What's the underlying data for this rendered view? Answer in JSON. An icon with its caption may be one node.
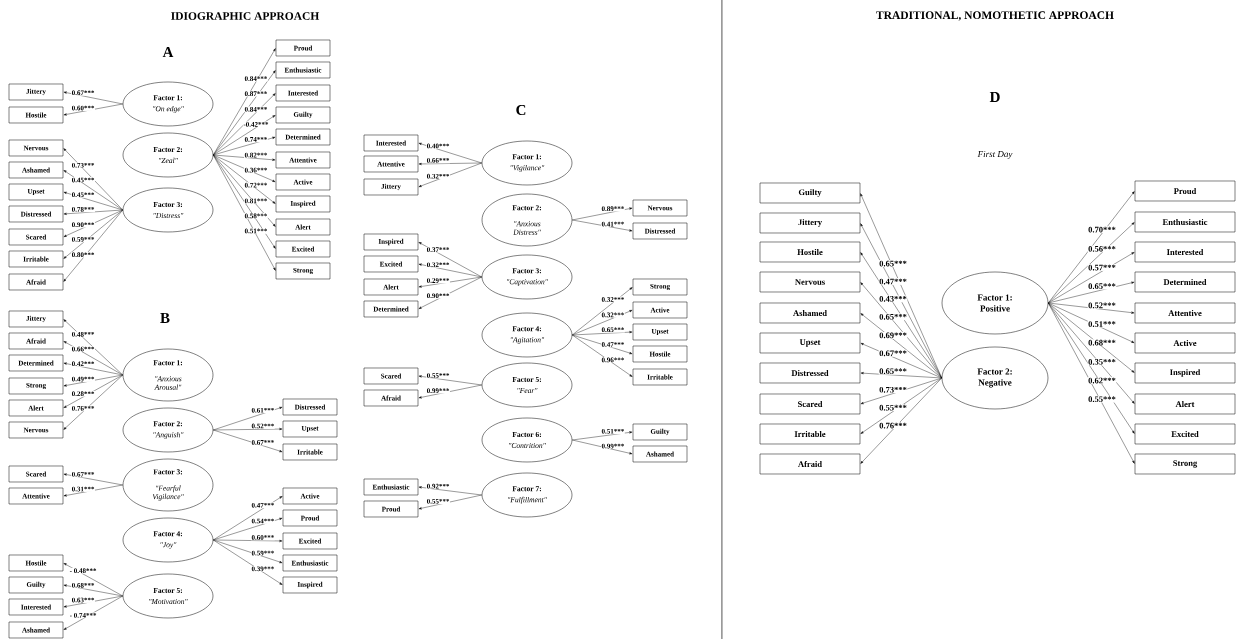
{
  "diagram": {
    "nodes": [
      {
        "text": [
          "Factor 1:",
          "\"On edge\""
        ]
      },
      {
        "text": [
          "Jittery"
        ]
      },
      {
        "text": [
          "Hostile"
        ]
      },
      {
        "text": [
          "Factor 2:",
          "\"Zeal\""
        ]
      },
      {
        "text": [
          "Proud"
        ]
      },
      {
        "text": [
          "Enthusiastic"
        ]
      },
      {
        "text": [
          "Interested"
        ]
      },
      {
        "text": [
          "Guilty"
        ]
      },
      {
        "text": [
          "Determined"
        ]
      },
      {
        "text": [
          "Attentive"
        ]
      },
      {
        "text": [
          "Active"
        ]
      },
      {
        "text": [
          "Inspired"
        ]
      },
      {
        "text": [
          "Alert"
        ]
      },
      {
        "text": [
          "Excited"
        ]
      },
      {
        "text": [
          "Strong"
        ]
      },
      {
        "text": [
          "Factor 3:",
          "\"Distress\""
        ]
      },
      {
        "text": [
          "Nervous"
        ]
      },
      {
        "text": [
          "Ashamed"
        ]
      },
      {
        "text": [
          "Upset"
        ]
      },
      {
        "text": [
          "Distressed"
        ]
      },
      {
        "text": [
          "Scared"
        ]
      },
      {
        "text": [
          "Irritable"
        ]
      },
      {
        "text": [
          "Afraid"
        ]
      },
      {
        "text": [
          "Factor 1:",
          "\"Anxious Arousal\""
        ]
      },
      {
        "text": [
          "Jittery"
        ]
      },
      {
        "text": [
          "Afraid"
        ]
      },
      {
        "text": [
          "Determined"
        ]
      },
      {
        "text": [
          "Strong"
        ]
      },
      {
        "text": [
          "Alert"
        ]
      },
      {
        "text": [
          "Nervous"
        ]
      },
      {
        "text": [
          "Factor 2:",
          "\"Anguish\""
        ]
      },
      {
        "text": [
          "Distressed"
        ]
      },
      {
        "text": [
          "Upset"
        ]
      },
      {
        "text": [
          "Irritable"
        ]
      },
      {
        "text": [
          "Factor 3:",
          "\"Fearful Vigilance\""
        ]
      },
      {
        "text": [
          "Scared"
        ]
      },
      {
        "text": [
          "Attentive"
        ]
      },
      {
        "text": [
          "Factor 4:",
          "\"Joy\""
        ]
      },
      {
        "text": [
          "Active"
        ]
      },
      {
        "text": [
          "Proud"
        ]
      },
      {
        "text": [
          "Excited"
        ]
      },
      {
        "text": [
          "Enthusiastic"
        ]
      },
      {
        "text": [
          "Inspired"
        ]
      },
      {
        "text": [
          "Factor 5:",
          "\"Motivation\""
        ]
      },
      {
        "text": [
          "Hostile"
        ]
      },
      {
        "text": [
          "Guilty"
        ]
      },
      {
        "text": [
          "Interested"
        ]
      },
      {
        "text": [
          "Ashamed"
        ]
      },
      {
        "text": [
          "Factor 1:",
          "\"Vigilance\""
        ]
      },
      {
        "text": [
          "Interested"
        ]
      },
      {
        "text": [
          "Attentive"
        ]
      },
      {
        "text": [
          "Jittery"
        ]
      },
      {
        "text": [
          "Factor 2:",
          "\"Anxious Distress\""
        ]
      },
      {
        "text": [
          "Nervous"
        ]
      },
      {
        "text": [
          "Distressed"
        ]
      },
      {
        "text": [
          "Factor 3:",
          "\"Captivation\""
        ]
      },
      {
        "text": [
          "Inspired"
        ]
      },
      {
        "text": [
          "Excited"
        ]
      },
      {
        "text": [
          "Alert"
        ]
      },
      {
        "text": [
          "Determined"
        ]
      },
      {
        "text": [
          "Factor 4:",
          "\"Agitation\""
        ]
      },
      {
        "text": [
          "Strong"
        ]
      },
      {
        "text": [
          "Active"
        ]
      },
      {
        "text": [
          "Upset"
        ]
      },
      {
        "text": [
          "Hostile"
        ]
      },
      {
        "text": [
          "Irritable"
        ]
      },
      {
        "text": [
          "Factor 5:",
          "\"Fear\""
        ]
      },
      {
        "text": [
          "Scared"
        ]
      },
      {
        "text": [
          "Afraid"
        ]
      },
      {
        "text": [
          "Factor 6:",
          "\"Contrition\""
        ]
      },
      {
        "text": [
          "Guilty"
        ]
      },
      {
        "text": [
          "Ashamed"
        ]
      },
      {
        "text": [
          "Factor 7:",
          "\"Fulfillment\""
        ]
      },
      {
        "text": [
          "Enthusiastic"
        ]
      },
      {
        "text": [
          "Proud"
        ]
      },
      {
        "text": [
          "Factor 1:",
          "Positive"
        ]
      },
      {
        "text": [
          "Proud"
        ]
      },
      {
        "text": [
          "Enthusiastic"
        ]
      },
      {
        "text": [
          "Interested"
        ]
      },
      {
        "text": [
          "Determined"
        ]
      },
      {
        "text": [
          "Attentive"
        ]
      },
      {
        "text": [
          "Active"
        ]
      },
      {
        "text": [
          "Inspired"
        ]
      },
      {
        "text": [
          "Alert"
        ]
      },
      {
        "text": [
          "Excited"
        ]
      },
      {
        "text": [
          "Strong"
        ]
      },
      {
        "text": [
          "Factor 2:",
          "Negative"
        ]
      },
      {
        "text": [
          "Guilty"
        ]
      },
      {
        "text": [
          "Jittery"
        ]
      },
      {
        "text": [
          "Hostile"
        ]
      },
      {
        "text": [
          "Nervous"
        ]
      },
      {
        "text": [
          "Ashamed"
        ]
      },
      {
        "text": [
          "Upset"
        ]
      },
      {
        "text": [
          "Distressed"
        ]
      },
      {
        "text": [
          "Scared"
        ]
      },
      {
        "text": [
          "Irritable"
        ]
      },
      {
        "text": [
          "Afraid"
        ]
      }
    ],
    "edges": [
      {
        "from": 0,
        "to": 1,
        "arrow": "to",
        "label": "0.67***"
      },
      {
        "from": 0,
        "to": 2,
        "arrow": "to",
        "label": "0.60***"
      },
      {
        "from": 3,
        "to": 4,
        "arrow": "to",
        "label": "0.84***"
      },
      {
        "from": 3,
        "to": 5,
        "arrow": "to",
        "label": "0.87***"
      },
      {
        "from": 3,
        "to": 6,
        "arrow": "to",
        "label": "0.84***"
      },
      {
        "from": 3,
        "to": 7,
        "arrow": "to",
        "label": "-0.42***"
      },
      {
        "from": 3,
        "to": 8,
        "arrow": "to",
        "label": "0.74***"
      },
      {
        "from": 3,
        "to": 9,
        "arrow": "to",
        "label": "0.82***"
      },
      {
        "from": 3,
        "to": 10,
        "arrow": "to",
        "label": "0.36***"
      },
      {
        "from": 3,
        "to": 11,
        "arrow": "to",
        "label": "0.72***"
      },
      {
        "from": 3,
        "to": 12,
        "arrow": "to",
        "label": "0.81***"
      },
      {
        "from": 3,
        "to": 13,
        "arrow": "to",
        "label": "0.58***"
      },
      {
        "from": 3,
        "to": 14,
        "arrow": "to",
        "label": "0.51***"
      },
      {
        "from": 15,
        "to": 16,
        "arrow": "to",
        "label": "0.73***"
      },
      {
        "from": 15,
        "to": 17,
        "arrow": "to",
        "label": "0.45***"
      },
      {
        "from": 15,
        "to": 18,
        "arrow": "to",
        "label": "0.45***"
      },
      {
        "from": 15,
        "to": 19,
        "arrow": "to",
        "label": "0.78***"
      },
      {
        "from": 15,
        "to": 20,
        "arrow": "to",
        "label": "0.90***"
      },
      {
        "from": 15,
        "to": 21,
        "arrow": "to",
        "label": "0.59***"
      },
      {
        "from": 15,
        "to": 22,
        "arrow": "to",
        "label": "0.80***"
      },
      {
        "from": 23,
        "to": 24,
        "arrow": "to",
        "label": "0.48***"
      },
      {
        "from": 23,
        "to": 25,
        "arrow": "to",
        "label": "0.66***"
      },
      {
        "from": 23,
        "to": 26,
        "arrow": "to",
        "label": "0.42***"
      },
      {
        "from": 23,
        "to": 27,
        "arrow": "to",
        "label": "0.49***"
      },
      {
        "from": 23,
        "to": 28,
        "arrow": "to",
        "label": "0.28***"
      },
      {
        "from": 23,
        "to": 29,
        "arrow": "to",
        "label": "0.76***"
      },
      {
        "from": 30,
        "to": 31,
        "arrow": "to",
        "label": "0.61***"
      },
      {
        "from": 30,
        "to": 32,
        "arrow": "to",
        "label": "0.52***"
      },
      {
        "from": 30,
        "to": 33,
        "arrow": "to",
        "label": "0.67***"
      },
      {
        "from": 34,
        "to": 35,
        "arrow": "to",
        "label": "0.67***"
      },
      {
        "from": 34,
        "to": 36,
        "arrow": "to",
        "label": "0.31***"
      },
      {
        "from": 37,
        "to": 38,
        "arrow": "to",
        "label": "0.47***"
      },
      {
        "from": 37,
        "to": 39,
        "arrow": "to",
        "label": "0.54***"
      },
      {
        "from": 37,
        "to": 40,
        "arrow": "to",
        "label": "0.60***"
      },
      {
        "from": 37,
        "to": 41,
        "arrow": "to",
        "label": "0.59***"
      },
      {
        "from": 37,
        "to": 42,
        "arrow": "to",
        "label": "0.39***"
      },
      {
        "from": 43,
        "to": 44,
        "arrow": "to",
        "label": "- 0.48***"
      },
      {
        "from": 43,
        "to": 45,
        "arrow": "to",
        "label": "0.68***"
      },
      {
        "from": 43,
        "to": 46,
        "arrow": "to",
        "label": "0.63***"
      },
      {
        "from": 43,
        "to": 47,
        "arrow": "to",
        "label": "- 0.74***"
      },
      {
        "from": 48,
        "to": 49,
        "arrow": "to",
        "label": "0.40***"
      },
      {
        "from": 48,
        "to": 50,
        "arrow": "to",
        "label": "0.66***"
      },
      {
        "from": 48,
        "to": 51,
        "arrow": "to",
        "label": "0.32***"
      },
      {
        "from": 52,
        "to": 53,
        "arrow": "to",
        "label": "0.89***"
      },
      {
        "from": 52,
        "to": 54,
        "arrow": "to",
        "label": "0.41***"
      },
      {
        "from": 55,
        "to": 56,
        "arrow": "to",
        "label": "0.37***"
      },
      {
        "from": 55,
        "to": 57,
        "arrow": "to",
        "label": "0.32***"
      },
      {
        "from": 55,
        "to": 58,
        "arrow": "to",
        "label": "0.29***"
      },
      {
        "from": 55,
        "to": 59,
        "arrow": "to",
        "label": "0.90***"
      },
      {
        "from": 60,
        "to": 61,
        "arrow": "to",
        "label": "0.32***"
      },
      {
        "from": 60,
        "to": 62,
        "arrow": "to",
        "label": "0.32***"
      },
      {
        "from": 60,
        "to": 63,
        "arrow": "to",
        "label": "0.65***"
      },
      {
        "from": 60,
        "to": 64,
        "arrow": "to",
        "label": "0.47***"
      },
      {
        "from": 60,
        "to": 65,
        "arrow": "to",
        "label": "0.96***"
      },
      {
        "from": 66,
        "to": 67,
        "arrow": "to",
        "label": "0.55***"
      },
      {
        "from": 66,
        "to": 68,
        "arrow": "to",
        "label": "0.99***"
      },
      {
        "from": 69,
        "to": 70,
        "arrow": "to",
        "label": "0.51***"
      },
      {
        "from": 69,
        "to": 71,
        "arrow": "to",
        "label": "0.99***"
      },
      {
        "from": 72,
        "to": 73,
        "arrow": "to",
        "label": "0.92***"
      },
      {
        "from": 72,
        "to": 74,
        "arrow": "to",
        "label": "0.55***"
      },
      {
        "from": 75,
        "to": 76,
        "arrow": "to",
        "label": "0.70***"
      },
      {
        "from": 75,
        "to": 77,
        "arrow": "to",
        "label": "0.56***"
      },
      {
        "from": 75,
        "to": 78,
        "arrow": "to",
        "label": "0.57***"
      },
      {
        "from": 75,
        "to": 79,
        "arrow": "to",
        "label": "0.65***"
      },
      {
        "from": 75,
        "to": 80,
        "arrow": "to",
        "label": "0.52***"
      },
      {
        "from": 75,
        "to": 81,
        "arrow": "to",
        "label": "0.51***"
      },
      {
        "from": 75,
        "to": 82,
        "arrow": "to",
        "label": "0.68***"
      },
      {
        "from": 75,
        "to": 83,
        "arrow": "to",
        "label": "0.35***"
      },
      {
        "from": 75,
        "to": 84,
        "arrow": "to",
        "label": "0.62***"
      },
      {
        "from": 75,
        "to": 85,
        "arrow": "to",
        "label": "0.55***"
      },
      {
        "from": 86,
        "to": 87,
        "arrow": "to",
        "label": "0.65***"
      },
      {
        "from": 86,
        "to": 88,
        "arrow": "to",
        "label": "0.47***"
      },
      {
        "from": 86,
        "to": 89,
        "arrow": "to",
        "label": "0.43***"
      },
      {
        "from": 86,
        "to": 90,
        "arrow": "to",
        "label": "0.65***"
      },
      {
        "from": 86,
        "to": 91,
        "arrow": "to",
        "label": "0.69***"
      },
      {
        "from": 86,
        "to": 92,
        "arrow": "to",
        "label": "0.67***"
      },
      {
        "from": 86,
        "to": 93,
        "arrow": "to",
        "label": "0.65***"
      },
      {
        "from": 86,
        "to": 94,
        "arrow": "to",
        "label": "0.73***"
      },
      {
        "from": 86,
        "to": 95,
        "arrow": "to",
        "label": "0.55***"
      },
      {
        "from": 86,
        "to": 96,
        "arrow": "to",
        "label": "0.76***"
      }
    ],
    "labels": [
      "IDIOGRAPHIC APPROACH",
      "TRADITIONAL, NOMOTHETIC APPROACH",
      "A",
      "B",
      "C",
      "D",
      "First Day"
    ]
  }
}
